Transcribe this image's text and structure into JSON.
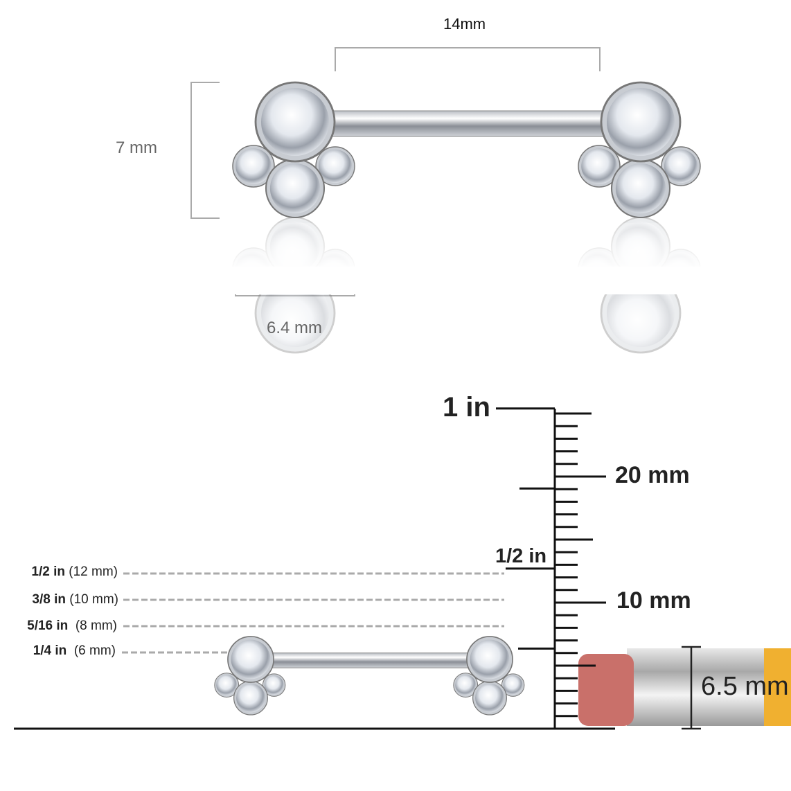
{
  "top_view": {
    "length_label": "14mm",
    "height_label": "7 mm",
    "width_label": "6.4 mm"
  },
  "ruler": {
    "inch_label": "1 in",
    "half_inch_label": "1/2 in",
    "mm20_label": "20 mm",
    "mm10_label": "10 mm",
    "mm_ticks": 25
  },
  "reference_lines": [
    {
      "inch": "1/2 in",
      "mm": "(12 mm)"
    },
    {
      "inch": "3/8 in",
      "mm": "(10 mm)"
    },
    {
      "inch": "5/16 in",
      "mm": "(8 mm)"
    },
    {
      "inch": "1/4 in",
      "mm": "(6 mm)"
    }
  ],
  "pencil": {
    "label": "6.5 mm",
    "colors": {
      "eraser": "#c9706a",
      "ferrule": "#c8c8c8",
      "body": "#f0b030"
    }
  }
}
